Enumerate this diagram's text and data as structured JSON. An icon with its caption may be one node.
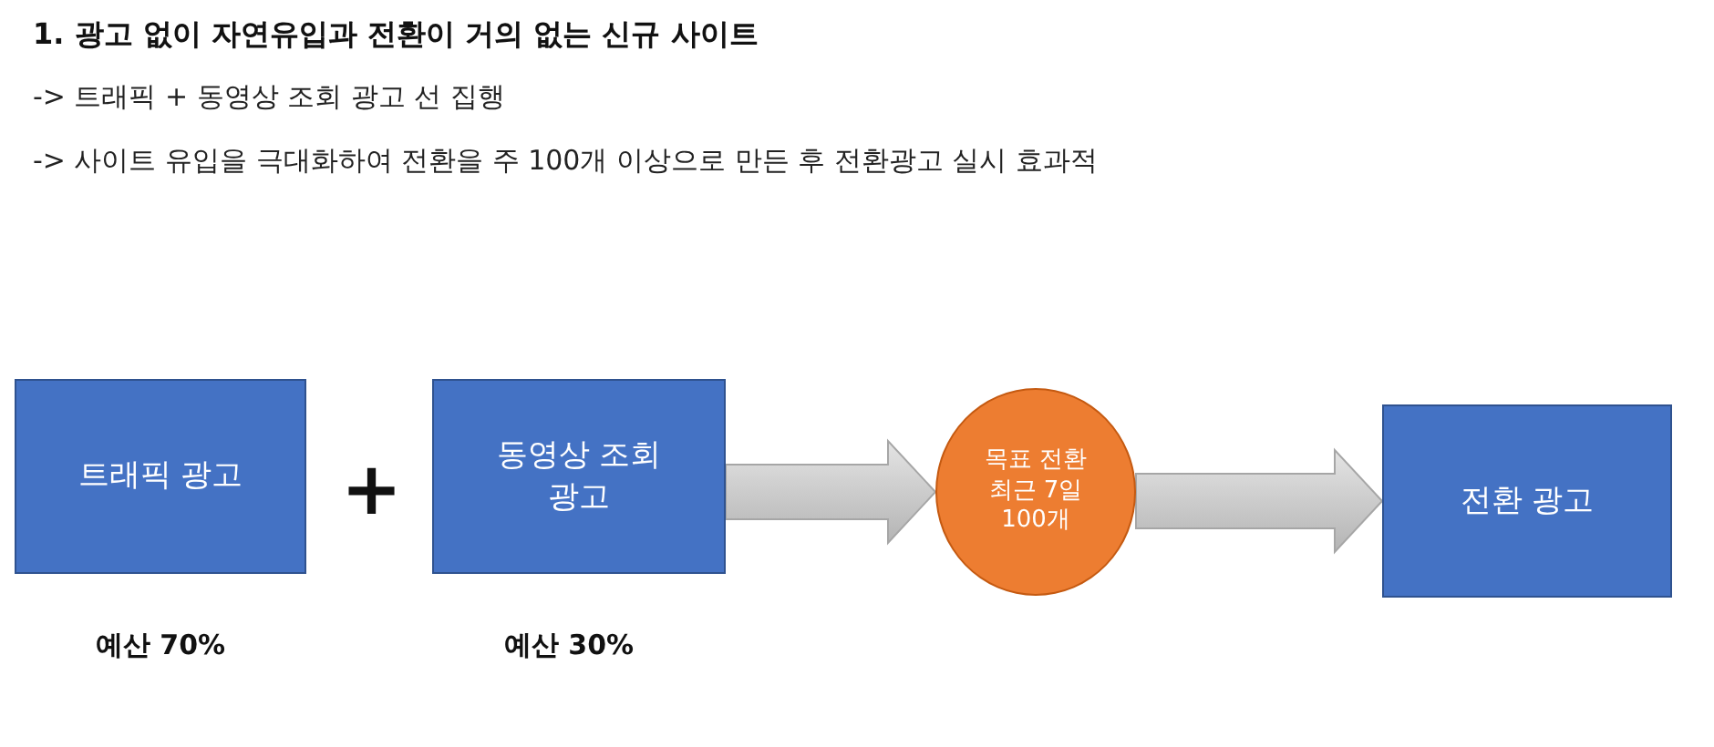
{
  "diagram": {
    "title": "1. 광고 없이 자연유입과 전환이 거의 없는 신규 사이트",
    "nodes": [
      {
        "text": [
          "트래픽 광고"
        ],
        "beside": [
          "예산 70%"
        ]
      },
      {
        "text": [
          "동영상 조회 광고"
        ],
        "beside": [
          "예산 30%"
        ]
      },
      {
        "text": [
          "목표 전환 최근 7일 100개"
        ]
      },
      {
        "text": [
          "전환 광고"
        ]
      }
    ],
    "edges": [
      {
        "from": 1,
        "to": 2,
        "arrow": "to",
        "style": "thick"
      },
      {
        "from": 2,
        "to": 3,
        "arrow": "to",
        "style": "thick"
      }
    ],
    "labels": [
      "-> 트래픽 + 동영상 조회 광고 선 집행",
      "-> 사이트 유입을 극대화하여 전환을 주 100개 이상으로 만든 후 전환광고 실시 효과적",
      "+"
    ]
  }
}
